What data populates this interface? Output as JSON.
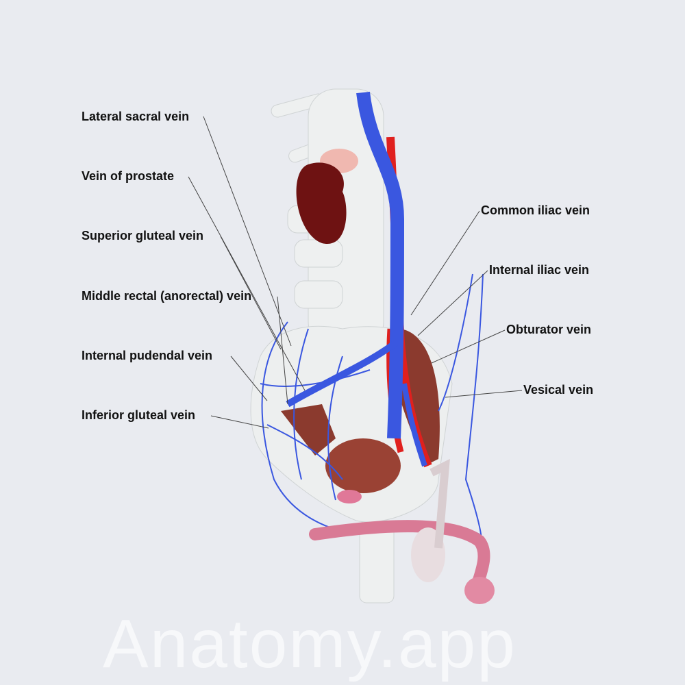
{
  "watermark": "Anatomy.app",
  "labels_left": [
    "Lateral sacral vein",
    "Vein of prostate",
    "Superior gluteal vein",
    "Middle rectal (anorectal) vein",
    "Internal pudendal vein",
    "Inferior gluteal vein"
  ],
  "labels_right": [
    "Common iliac vein",
    "Internal iliac vein",
    "Obturator vein",
    "Vesical vein"
  ],
  "colors": {
    "background": "#e9ebf0",
    "vein": "#3a57e0",
    "artery": "#e0201e",
    "bone": "#eceeee",
    "muscle": "#8b3a2e",
    "kidney": "#6e1212",
    "penis": "#d97a95"
  }
}
